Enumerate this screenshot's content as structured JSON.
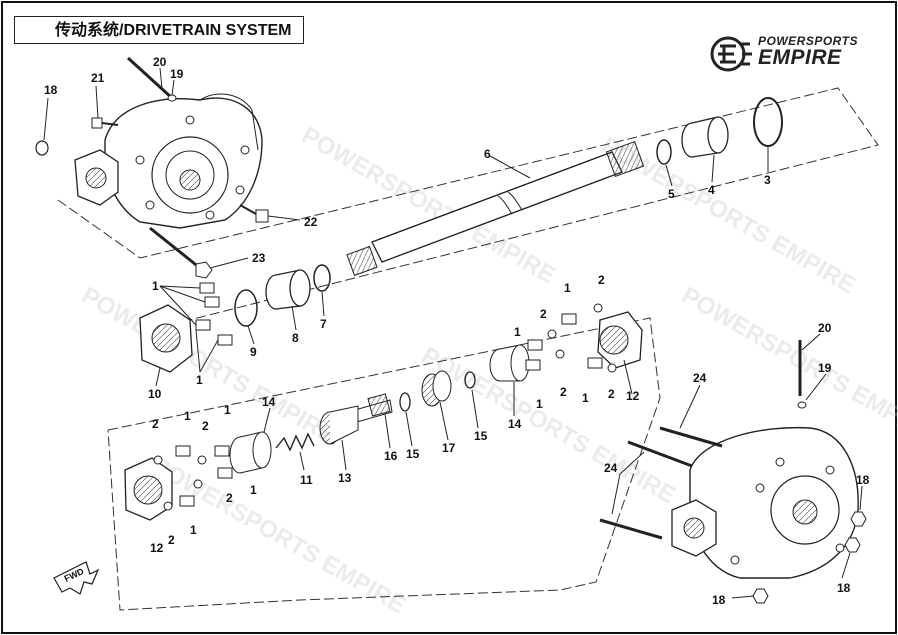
{
  "title": "传动系统/DRIVETRAIN SYSTEM",
  "brand": {
    "line1": "POWERSPORTS",
    "line2": "EMPIRE"
  },
  "watermark": "POWERSPORTS EMPIRE",
  "fwd_label": "FWD",
  "callouts": {
    "c1a": "1",
    "c1b": "1",
    "c1c": "1",
    "c1d": "1",
    "c1e": "1",
    "c1f": "1",
    "c1g": "1",
    "c1h": "1",
    "c1i": "1",
    "c1j": "1",
    "c1k": "1",
    "c2a": "2",
    "c2b": "2",
    "c2c": "2",
    "c2d": "2",
    "c2e": "2",
    "c2f": "2",
    "c2g": "2",
    "c2h": "2",
    "c3": "3",
    "c4": "4",
    "c5": "5",
    "c6": "6",
    "c7": "7",
    "c8": "8",
    "c9": "9",
    "c10": "10",
    "c11": "11",
    "c12a": "12",
    "c12b": "12",
    "c13": "13",
    "c14a": "14",
    "c14b": "14",
    "c15a": "15",
    "c15b": "15",
    "c16": "16",
    "c17": "17",
    "c18a": "18",
    "c18b": "18",
    "c18c": "18",
    "c18d": "18",
    "c19a": "19",
    "c19b": "19",
    "c20a": "20",
    "c20b": "20",
    "c21": "21",
    "c22": "22",
    "c23": "23",
    "c24a": "24",
    "c24b": "24"
  }
}
